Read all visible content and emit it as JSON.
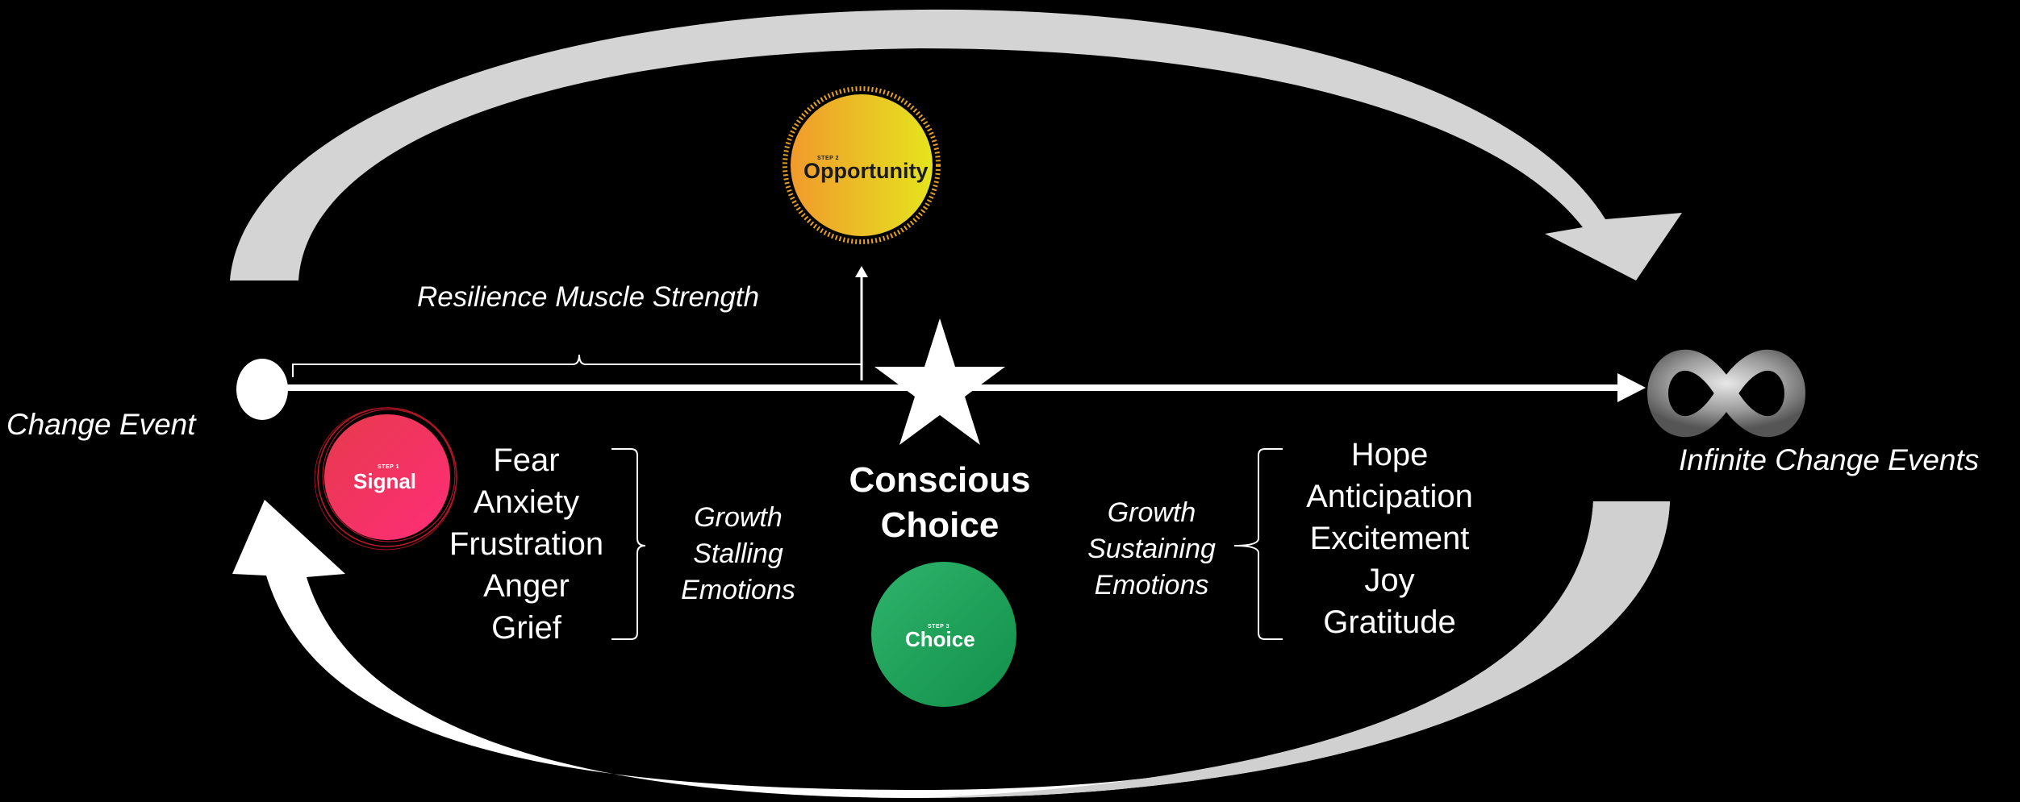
{
  "labels": {
    "change_event": "Change Event",
    "infinite_change_events": "Infinite Change Events",
    "resilience_muscle_strength": "Resilience Muscle Strength",
    "conscious_choice_line1": "Conscious",
    "conscious_choice_line2": "Choice",
    "growth_stalling": [
      "Growth",
      "Stalling",
      "Emotions"
    ],
    "growth_sustaining": [
      "Growth",
      "Sustaining",
      "Emotions"
    ]
  },
  "stalling_emotions": [
    "Fear",
    "Anxiety",
    "Frustration",
    "Anger",
    "Grief"
  ],
  "sustaining_emotions": [
    "Hope",
    "Anticipation",
    "Excitement",
    "Joy",
    "Gratitude"
  ],
  "badges": {
    "signal": {
      "step": "STEP 1",
      "name": "Signal",
      "color_from": "#e8344e",
      "color_to": "#ff2d7a"
    },
    "opportunity": {
      "step": "STEP 2",
      "name": "Opportunity",
      "color_from": "#f0a02a",
      "color_to": "#e6e020"
    },
    "choice": {
      "step": "STEP 3",
      "name": "Choice",
      "color_from": "#1f9d55",
      "color_to": "#2fb36b"
    }
  },
  "colors": {
    "background": "#000000",
    "timeline": "#ffffff",
    "loop_arrow_top": "#d4d4d4",
    "loop_arrow_bottom": "#ffffff"
  },
  "icons": [
    "start-node-icon",
    "star-icon",
    "infinity-icon",
    "up-arrow-icon"
  ]
}
